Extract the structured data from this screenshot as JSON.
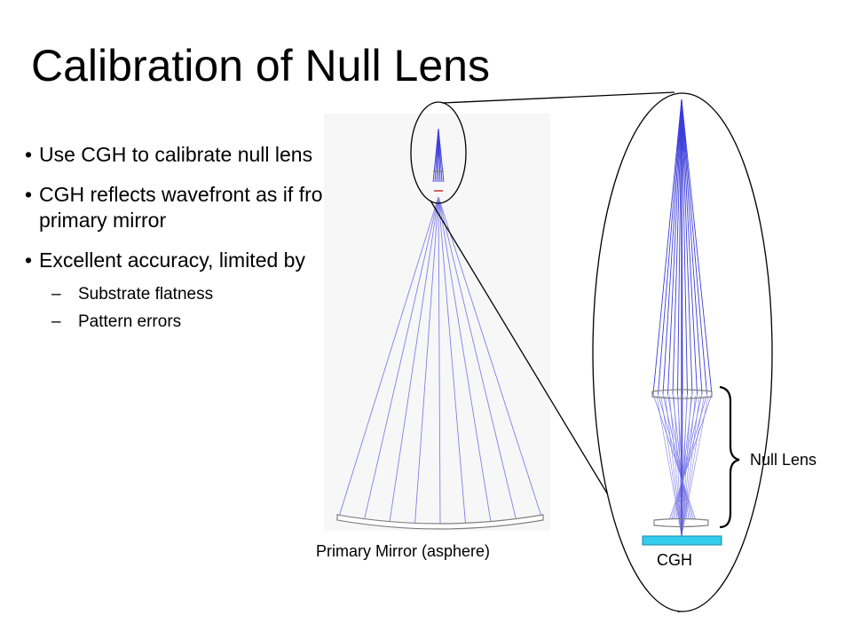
{
  "title": "Calibration of Null Lens",
  "bullets": [
    {
      "text": "Use CGH to calibrate null lens"
    },
    {
      "text": "CGH reflects wavefront as if from primary mirror"
    },
    {
      "text": "Excellent  accuracy, limited by"
    }
  ],
  "sub_bullets": [
    {
      "text": "Substrate flatness"
    },
    {
      "text": "Pattern errors"
    }
  ],
  "diagram": {
    "primary_mirror_label": "Primary Mirror (asphere)",
    "null_lens_label": "Null Lens",
    "cgh_label": "CGH",
    "colors": {
      "rays": "#3c3cdc",
      "rays_light": "#8080e8",
      "optics": "#808080",
      "cgh_fill": "#33ccee",
      "outline": "#000000"
    }
  }
}
